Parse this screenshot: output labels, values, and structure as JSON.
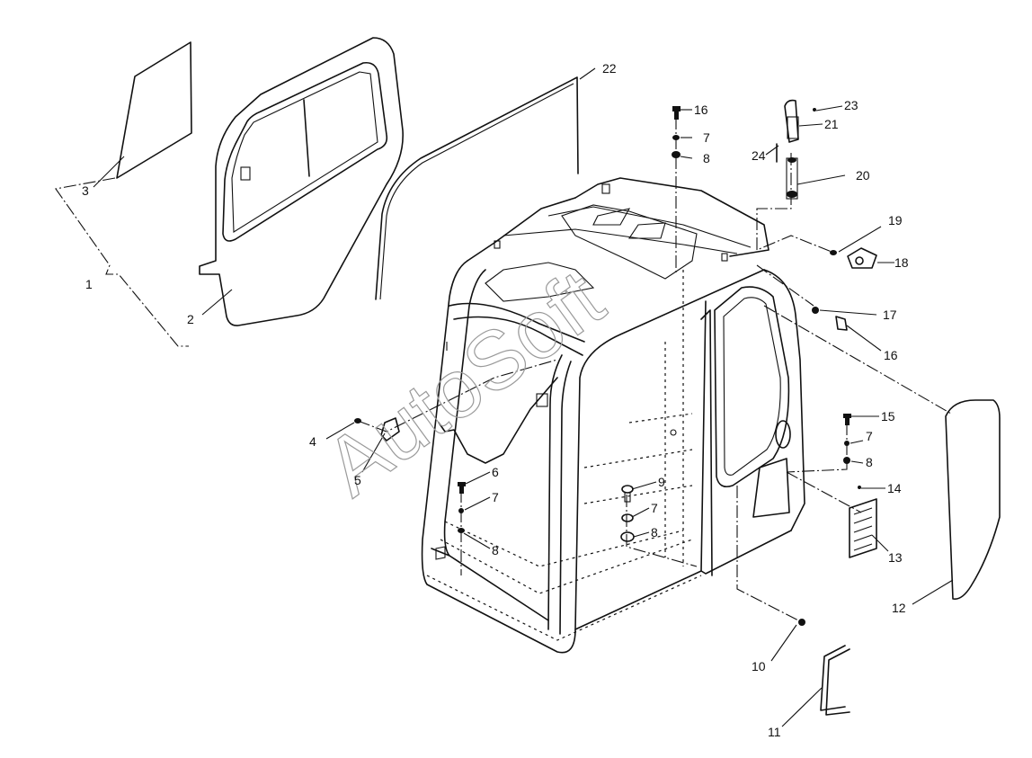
{
  "watermark": "AutoSoft",
  "callouts": {
    "c1": "1",
    "c2": "2",
    "c3": "3",
    "c4": "4",
    "c5": "5",
    "c6": "6",
    "c7a": "7",
    "c8a": "8",
    "c9": "9",
    "c7b": "7",
    "c8b": "8",
    "c10": "10",
    "c11": "11",
    "c12": "12",
    "c13": "13",
    "c14": "14",
    "c15": "15",
    "c7c": "7",
    "c8c": "8",
    "c16a": "16",
    "c7d": "7",
    "c8d": "8",
    "c16b": "16",
    "c17": "17",
    "c18": "18",
    "c19": "19",
    "c20": "20",
    "c21": "21",
    "c22": "22",
    "c23": "23",
    "c24": "24"
  }
}
